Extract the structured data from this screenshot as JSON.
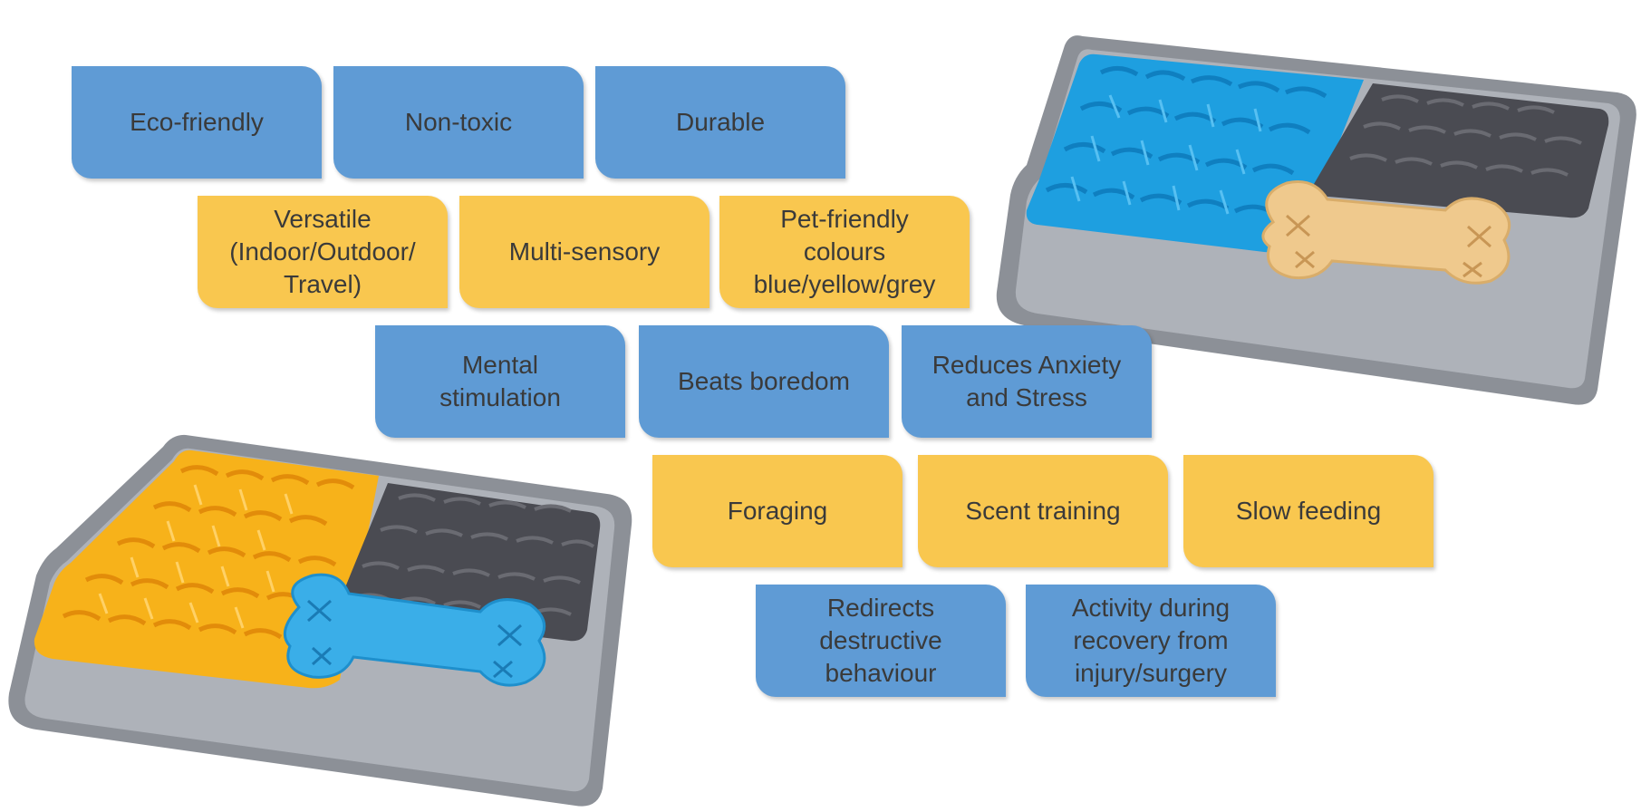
{
  "features": {
    "row1": [
      "Eco-friendly",
      "Non-toxic",
      "Durable"
    ],
    "row2": [
      "Versatile\n(Indoor/Outdoor/\nTravel)",
      "Multi-sensory",
      "Pet-friendly\ncolours\nblue/yellow/grey"
    ],
    "row3": [
      "Mental\nstimulation",
      "Beats boredom",
      "Reduces Anxiety\nand Stress"
    ],
    "row4": [
      "Foraging",
      "Scent training",
      "Slow feeding"
    ],
    "row5": [
      "Redirects\ndestructive\nbehaviour",
      "Activity during\nrecovery from\ninjury/surgery"
    ]
  },
  "colors": {
    "tile_blue": "#5f9bd5",
    "tile_yellow": "#f9c74f",
    "tile_text": "#3a3a3a",
    "mat_grey": "#a9adb4",
    "mat_border": "#8c9097",
    "fleece_blue": "#1e9fe0",
    "fleece_yellow": "#f7b21a",
    "chenille_grey": "#4a4b52",
    "bone_beige": "#efc98d",
    "bone_blue": "#3aaee8"
  },
  "images": {
    "top_mat": "snuffle-mat-blue-grey-beige-bone",
    "bottom_mat": "snuffle-mat-yellow-grey-blue-bone"
  }
}
